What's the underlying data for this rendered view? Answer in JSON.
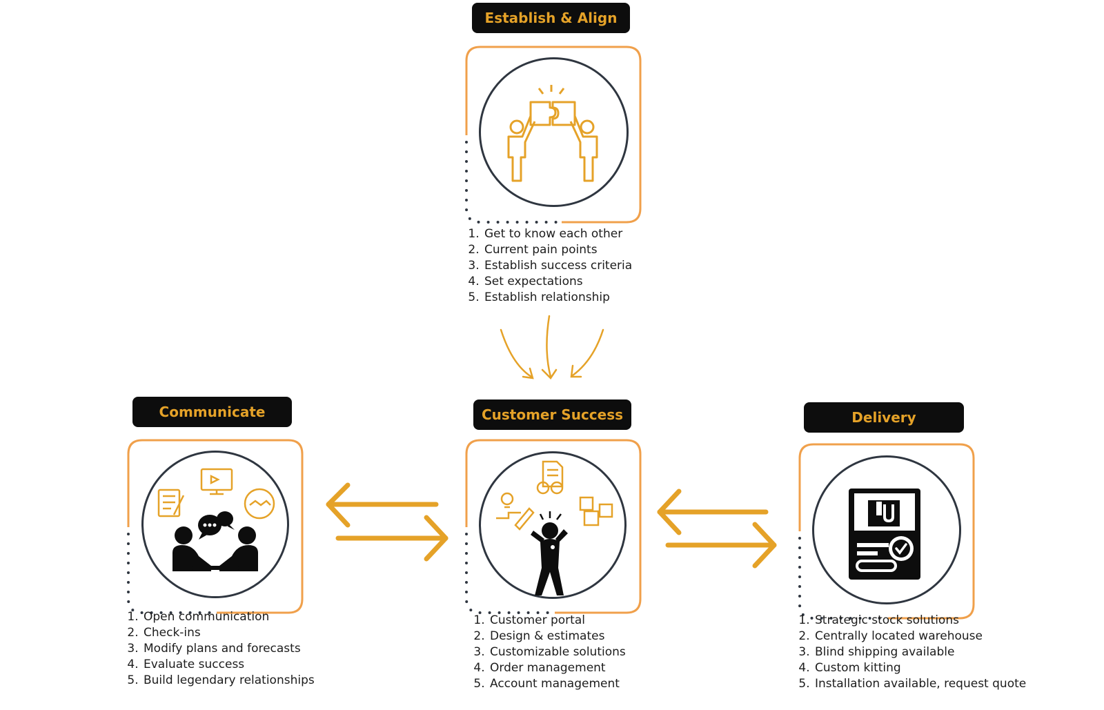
{
  "colors": {
    "accent": "#e5a228",
    "frame_orange": "#f0a04b",
    "pill_black": "#0d0d0d",
    "circle_stroke": "#2f3640",
    "dots": "#2f3640"
  },
  "stages": {
    "establish": {
      "title": "Establish & Align",
      "icon": "puzzle-partnership-icon",
      "steps": [
        "Get to know each other",
        "Current pain points",
        "Establish success criteria",
        "Set expectations",
        "Establish relationship"
      ]
    },
    "communicate": {
      "title": "Communicate",
      "icon": "meeting-communication-icon",
      "steps": [
        "Open communication",
        "Check-ins",
        "Modify plans and forecasts",
        "Evaluate success",
        "Build legendary relationships"
      ]
    },
    "success": {
      "title": "Customer Success",
      "icon": "successful-customer-icon",
      "steps": [
        "Customer portal",
        "Design & estimates",
        "Customizable solutions",
        "Order management",
        "Account management"
      ]
    },
    "delivery": {
      "title": "Delivery",
      "icon": "verified-package-icon",
      "steps": [
        "Strategic stock solutions",
        "Centrally located warehouse",
        "Blind shipping available",
        "Custom kitting",
        "Installation available, request quote"
      ]
    }
  }
}
